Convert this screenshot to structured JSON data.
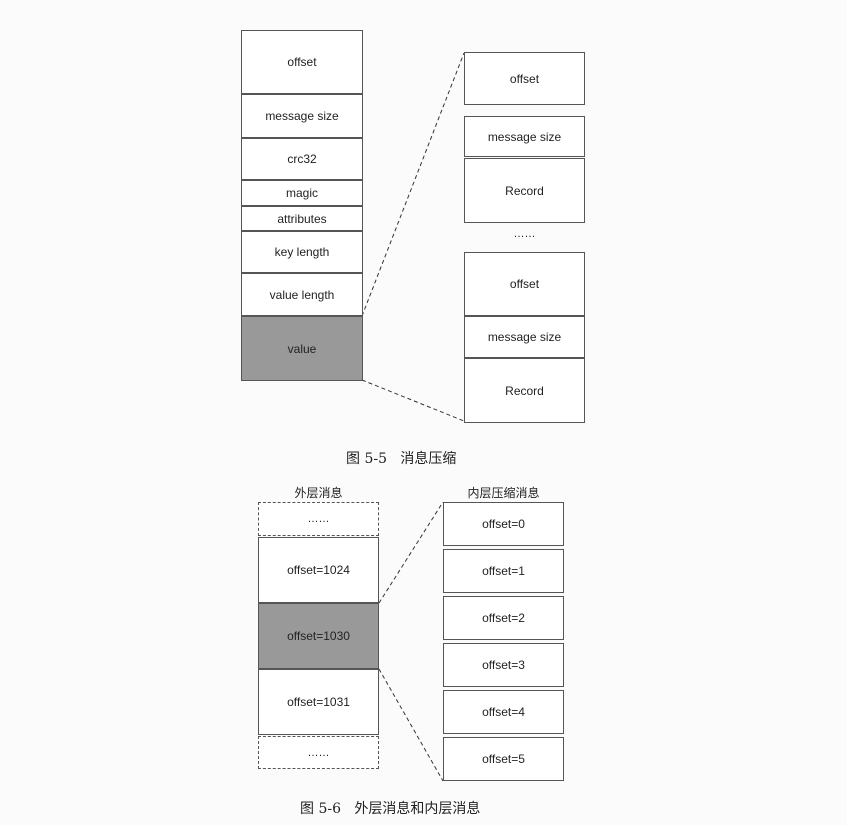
{
  "figure_5_5": {
    "left_fields": [
      "offset",
      "message size",
      "crc32",
      "magic",
      "attributes",
      "key length",
      "value length",
      "value"
    ],
    "right_group_1": [
      "offset",
      "message size",
      "Record"
    ],
    "ellipsis": "……",
    "right_group_2": [
      "offset",
      "message size",
      "Record"
    ],
    "caption": "图 5-5   消息压缩"
  },
  "figure_5_6": {
    "outer_title": "外层消息",
    "inner_title": "内层压缩消息",
    "outer": [
      "……",
      "offset=1024",
      "offset=1030",
      "offset=1031",
      "……"
    ],
    "inner": [
      "offset=0",
      "offset=1",
      "offset=2",
      "offset=3",
      "offset=4",
      "offset=5"
    ],
    "caption": "图 5-6   外层消息和内层消息"
  }
}
